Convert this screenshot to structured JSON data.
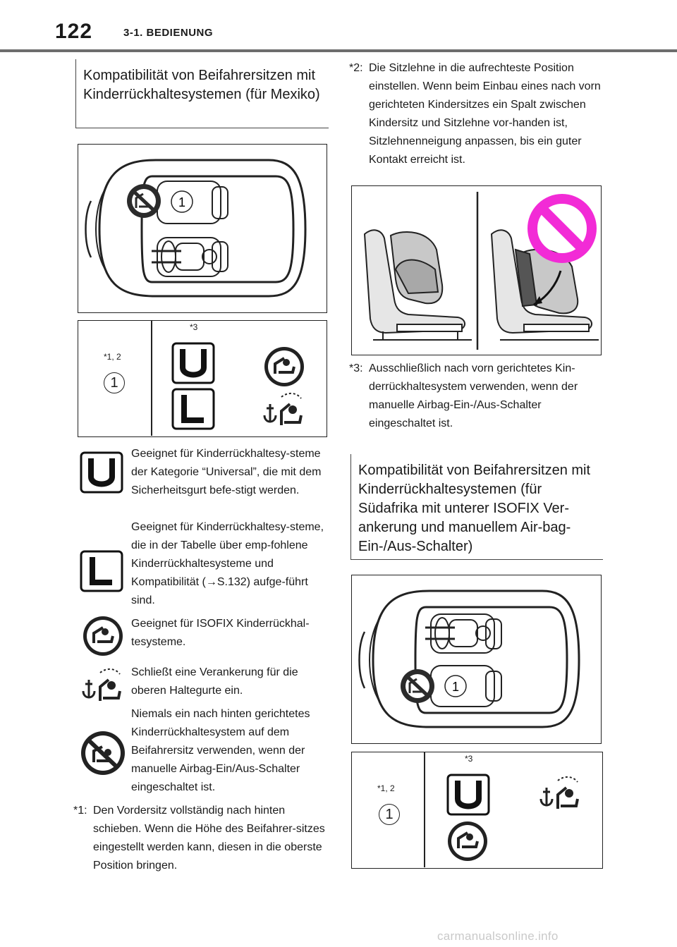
{
  "header": {
    "page_number": "122",
    "chapter": "3-1. BEDIENUNG"
  },
  "section_mexico": {
    "title": "Kompatibilität von Beifahrersitzen mit Kinderrückhaltesystemen (für Mexiko)"
  },
  "table_mexico": {
    "col1_label": "*1, 2",
    "col2_label": "*3",
    "seat_number": "1"
  },
  "legend": [
    {
      "icon": "universal-u-icon",
      "text": "Geeignet für Kinderrückhaltesy-steme der Kategorie “Universal”, die mit dem Sicherheitsgurt befe-stigt werden."
    },
    {
      "icon": "l-category-icon",
      "text": "Geeignet für Kinderrückhaltesy-steme, die in der Tabelle über emp-fohlene Kinderrückhaltesysteme und Kompatibilität (→S.132) aufge-führt sind."
    },
    {
      "icon": "isofix-icon",
      "text": "Geeignet für ISOFIX Kinderrückhal-tesysteme."
    },
    {
      "icon": "top-tether-anchor-icon",
      "text": "Schließt eine Verankerung für die oberen Haltegurte ein."
    },
    {
      "icon": "no-rear-facing-icon",
      "text": "Niemals ein nach hinten gerichtetes Kinderrückhaltesystem auf dem Beifahrersitz verwenden, wenn der manuelle Airbag-Ein/Aus-Schalter eingeschaltet ist."
    }
  ],
  "notes": {
    "n1": {
      "mark": "*1:",
      "text": "Den Vordersitz vollständig nach hinten schieben. Wenn die Höhe des Beifahrer-sitzes eingestellt werden kann, diesen in die oberste Position bringen."
    },
    "n2": {
      "mark": "*2:",
      "text": "Die Sitzlehne in die aufrechteste Position einstellen. Wenn beim Einbau eines nach vorn gerichteten Kindersitzes ein Spalt zwischen Kindersitz und Sitzlehne vor-handen ist, Sitzlehnenneigung anpassen, bis ein guter Kontakt erreicht ist."
    },
    "n3": {
      "mark": "*3:",
      "text": "Ausschließlich nach vorn gerichtetes Kin-derrückhaltesystem verwenden, wenn der manuelle Airbag-Ein-/Aus-Schalter eingeschaltet ist."
    }
  },
  "section_sa": {
    "title": "Kompatibilität von Beifahrersitzen mit Kinderrückhaltesystemen (für Südafrika mit unterer ISOFIX Ver-ankerung und manuellem Air-bag-Ein-/Aus-Schalter)"
  },
  "table_sa": {
    "col1_label": "*1, 2",
    "col2_label": "*3",
    "seat_number": "1"
  },
  "watermark": "carmanualsonline.info",
  "colors": {
    "prohibition": "#f22bd6",
    "rule": "#6d6d6d"
  }
}
